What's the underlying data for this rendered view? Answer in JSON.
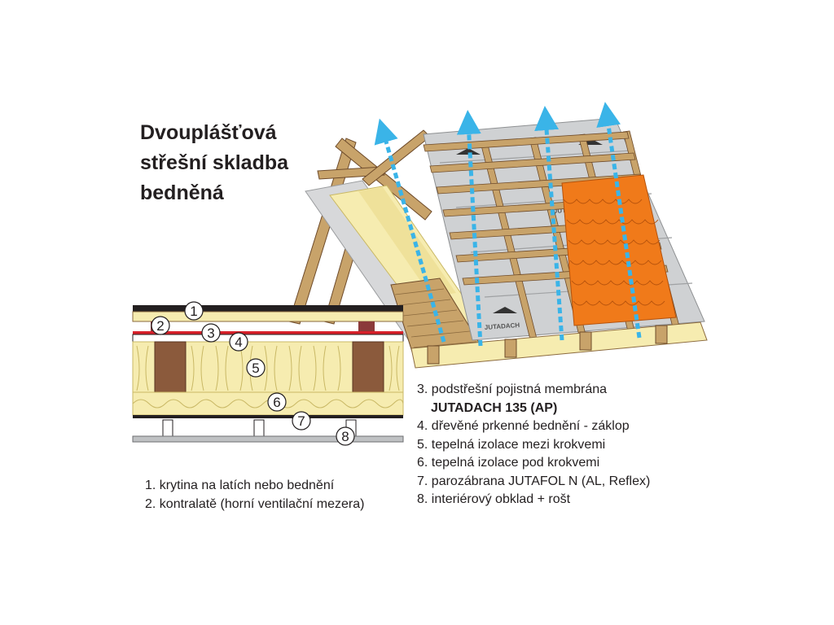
{
  "title": {
    "line1": "Dvouplášťová",
    "line2": "střešní skladba",
    "line3": "bedněná"
  },
  "membrane_print": "JUTADACH",
  "legend_left": [
    "1. krytina na latích nebo bednění",
    "2. kontralatě (horní ventilační mezera)"
  ],
  "legend_right": [
    "3. podstřešní pojistná membrána",
    "JUTADACH 135 (AP)",
    "4. dřevěné prkenné bednění - záklop",
    "5. tepelná izolace mezi krokvemi",
    "6. tepelná izolace pod krokvemi",
    "7. parozábrana JUTAFOL N (AL, Reflex)",
    "8. interiérový obklad + rošt"
  ],
  "callouts": [
    "1",
    "2",
    "3",
    "4",
    "5",
    "6",
    "7",
    "8"
  ],
  "colors": {
    "wood": "#c8a36a",
    "wood_dark": "#8b5a3c",
    "insulation": "#f6ecb0",
    "membrane": "#cfd1d3",
    "tile": "#f07a1a",
    "airflow": "#3ab4e8",
    "red_strip": "#d7202a"
  }
}
